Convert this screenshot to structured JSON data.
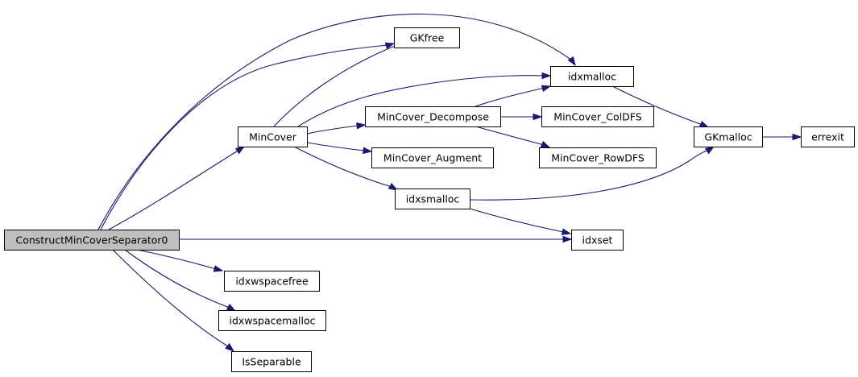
{
  "graph": {
    "nodes": [
      {
        "id": "construct",
        "label": "ConstructMinCoverSeparator0",
        "highlight": true
      },
      {
        "id": "mincover",
        "label": "MinCover"
      },
      {
        "id": "gkfree",
        "label": "GKfree"
      },
      {
        "id": "idxmalloc",
        "label": "idxmalloc"
      },
      {
        "id": "decompose",
        "label": "MinCover_Decompose"
      },
      {
        "id": "coldfs",
        "label": "MinCover_ColDFS"
      },
      {
        "id": "rowdfs",
        "label": "MinCover_RowDFS"
      },
      {
        "id": "augment",
        "label": "MinCover_Augment"
      },
      {
        "id": "idxsmalloc",
        "label": "idxsmalloc"
      },
      {
        "id": "gkmalloc",
        "label": "GKmalloc"
      },
      {
        "id": "errexit",
        "label": "errexit"
      },
      {
        "id": "idxset",
        "label": "idxset"
      },
      {
        "id": "idxwspacefree",
        "label": "idxwspacefree"
      },
      {
        "id": "idxwspacemalloc",
        "label": "idxwspacemalloc"
      },
      {
        "id": "isseparable",
        "label": "IsSeparable"
      }
    ],
    "edges": [
      {
        "from": "construct",
        "to": "idxmalloc"
      },
      {
        "from": "construct",
        "to": "gkfree"
      },
      {
        "from": "construct",
        "to": "mincover"
      },
      {
        "from": "construct",
        "to": "idxset"
      },
      {
        "from": "construct",
        "to": "idxwspacefree"
      },
      {
        "from": "construct",
        "to": "idxwspacemalloc"
      },
      {
        "from": "construct",
        "to": "isseparable"
      },
      {
        "from": "mincover",
        "to": "gkfree"
      },
      {
        "from": "mincover",
        "to": "idxmalloc"
      },
      {
        "from": "mincover",
        "to": "decompose"
      },
      {
        "from": "mincover",
        "to": "augment"
      },
      {
        "from": "mincover",
        "to": "idxsmalloc"
      },
      {
        "from": "decompose",
        "to": "idxmalloc"
      },
      {
        "from": "decompose",
        "to": "coldfs"
      },
      {
        "from": "decompose",
        "to": "rowdfs"
      },
      {
        "from": "idxmalloc",
        "to": "gkmalloc"
      },
      {
        "from": "idxsmalloc",
        "to": "gkmalloc"
      },
      {
        "from": "idxsmalloc",
        "to": "idxset"
      },
      {
        "from": "gkmalloc",
        "to": "errexit"
      }
    ]
  },
  "colors": {
    "edge": "#191970",
    "node_fill": "#ffffff",
    "node_highlight_fill": "#bfbfbf",
    "node_border": "#000000"
  }
}
